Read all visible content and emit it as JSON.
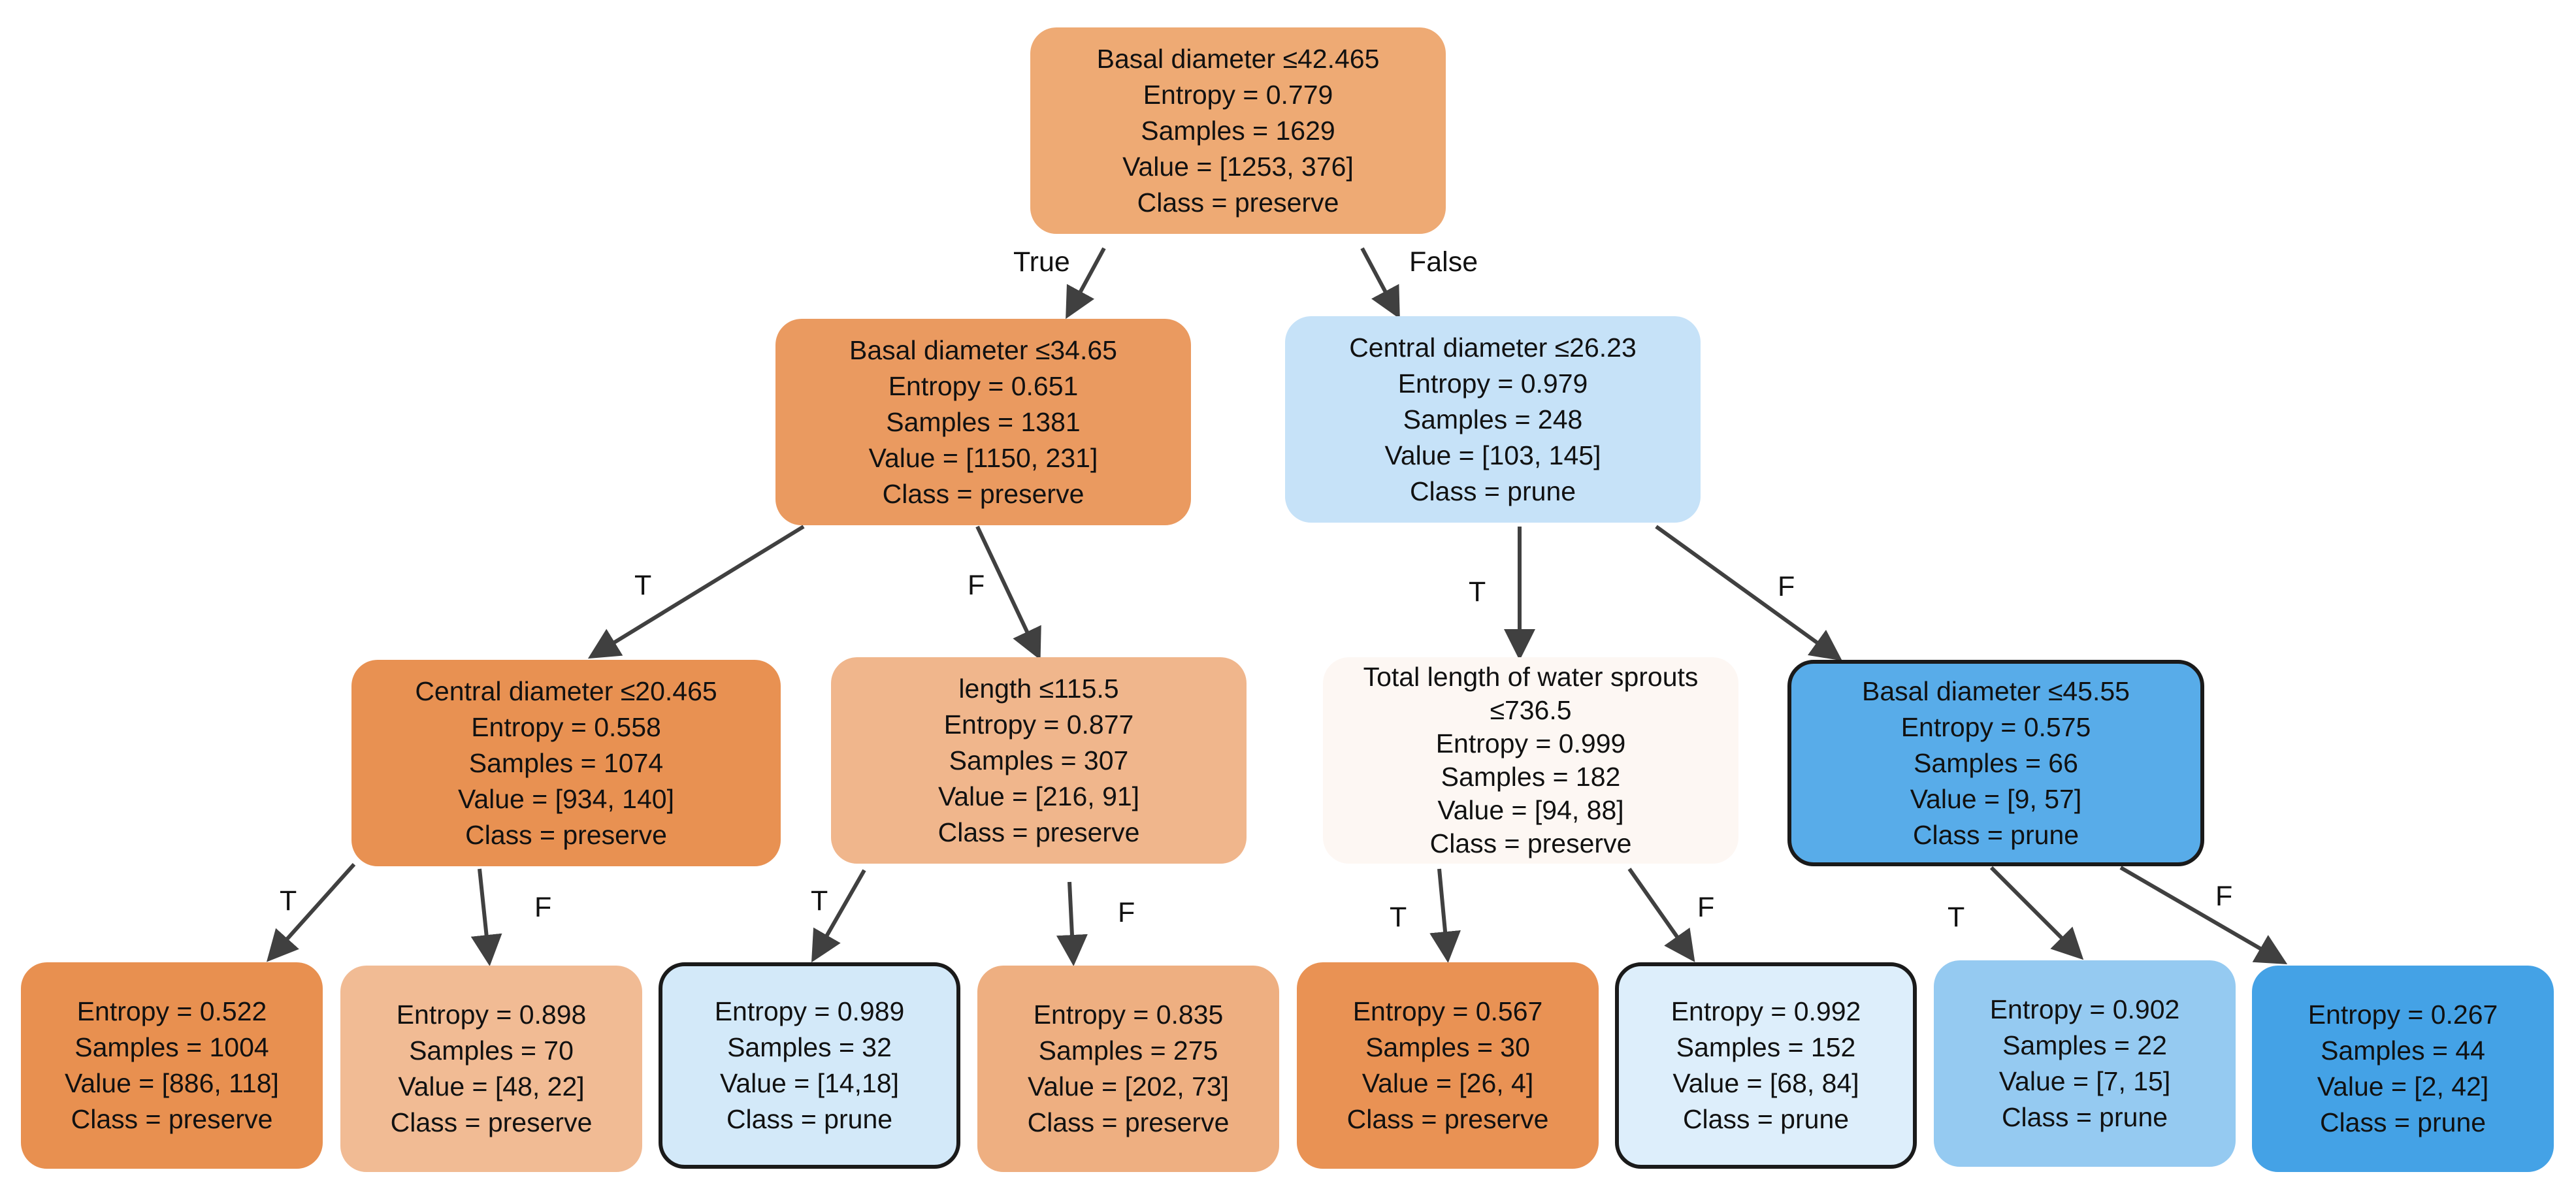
{
  "nodes": {
    "root": {
      "lines": [
        "Basal diameter ≤42.465",
        "Entropy = 0.779",
        "Samples = 1629",
        "Value = [1253, 376]",
        "Class = preserve"
      ],
      "fill": "#eeaa74"
    },
    "n1": {
      "lines": [
        "Basal diameter ≤34.65",
        "Entropy = 0.651",
        "Samples = 1381",
        "Value = [1150, 231]",
        "Class = preserve"
      ],
      "fill": "#ea9a60"
    },
    "n2": {
      "lines": [
        "Central diameter ≤26.23",
        "Entropy = 0.979",
        "Samples = 248",
        "Value = [103, 145]",
        "Class = prune"
      ],
      "fill": "#c6e2f8"
    },
    "n3": {
      "lines": [
        "Central diameter ≤20.465",
        "Entropy = 0.558",
        "Samples = 1074",
        "Value = [934, 140]",
        "Class = preserve"
      ],
      "fill": "#e89152"
    },
    "n4": {
      "lines": [
        "length ≤115.5",
        "Entropy = 0.877",
        "Samples = 307",
        "Value = [216, 91]",
        "Class = preserve"
      ],
      "fill": "#f0b68c"
    },
    "n5": {
      "lines": [
        "Total length of water sprouts",
        "≤736.5",
        "Entropy = 0.999",
        "Samples = 182",
        "Value = [94, 88]",
        "Class = preserve"
      ],
      "fill": "#fdf7f3"
    },
    "n6": {
      "lines": [
        "Basal diameter ≤45.55",
        "Entropy = 0.575",
        "Samples = 66",
        "Value = [9, 57]",
        "Class = prune"
      ],
      "fill": "#58ace9"
    },
    "l1": {
      "lines": [
        "Entropy = 0.522",
        "Samples = 1004",
        "Value = [886, 118]",
        "Class = preserve"
      ],
      "fill": "#e89050"
    },
    "l2": {
      "lines": [
        "Entropy = 0.898",
        "Samples = 70",
        "Value = [48, 22]",
        "Class = preserve"
      ],
      "fill": "#f1bb94"
    },
    "l3": {
      "lines": [
        "Entropy = 0.989",
        "Samples = 32",
        "Value = [14,18]",
        "Class = prune"
      ],
      "fill": "#d3e9f9"
    },
    "l4": {
      "lines": [
        "Entropy = 0.835",
        "Samples = 275",
        "Value = [202, 73]",
        "Class = preserve"
      ],
      "fill": "#eeaf81"
    },
    "l5": {
      "lines": [
        "Entropy = 0.567",
        "Samples = 30",
        "Value = [26, 4]",
        "Class = preserve"
      ],
      "fill": "#e99254"
    },
    "l6": {
      "lines": [
        "Entropy = 0.992",
        "Samples = 152",
        "Value = [68, 84]",
        "Class = prune"
      ],
      "fill": "#ddeefb"
    },
    "l7": {
      "lines": [
        "Entropy = 0.902",
        "Samples = 22",
        "Value = [7, 15]",
        "Class = prune"
      ],
      "fill": "#95caf1"
    },
    "l8": {
      "lines": [
        "Entropy = 0.267",
        "Samples = 44",
        "Value = [2, 42]",
        "Class = prune"
      ],
      "fill": "#44a2e6"
    }
  },
  "edge_labels": {
    "root_true": "True",
    "root_false": "False",
    "n1_t": "T",
    "n1_f": "F",
    "n2_t": "T",
    "n2_f": "F",
    "n3_t": "T",
    "n3_f": "F",
    "n4_t": "T",
    "n4_f": "F",
    "n5_t": "T",
    "n5_f": "F",
    "n6_t": "T",
    "n6_f": "F"
  },
  "colors": {
    "edge": "#404040",
    "outline": "#1a1a1a"
  }
}
